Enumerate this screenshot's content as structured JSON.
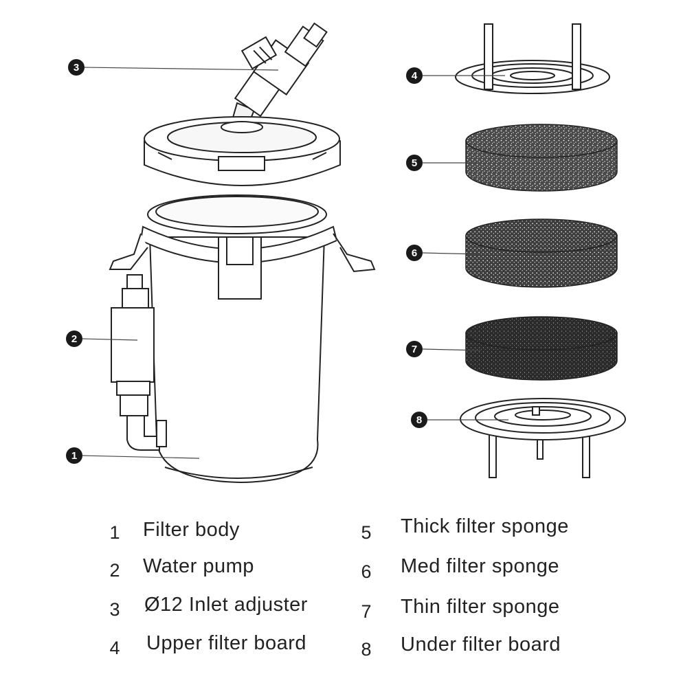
{
  "callouts": [
    {
      "num": "1"
    },
    {
      "num": "2"
    },
    {
      "num": "3"
    },
    {
      "num": "4"
    },
    {
      "num": "5"
    },
    {
      "num": "6"
    },
    {
      "num": "7"
    },
    {
      "num": "8"
    }
  ],
  "legend": [
    {
      "num": "1",
      "label": "Filter  body"
    },
    {
      "num": "2",
      "label": "Water  pump"
    },
    {
      "num": "3",
      "label": "Ø12 Inlet  adjuster"
    },
    {
      "num": "4",
      "label": "Upper filter board"
    },
    {
      "num": "5",
      "label": "Thick filter sponge"
    },
    {
      "num": "6",
      "label": "Med filter sponge"
    },
    {
      "num": "7",
      "label": "Thin filter sponge"
    },
    {
      "num": "8",
      "label": "Under filter board"
    }
  ]
}
